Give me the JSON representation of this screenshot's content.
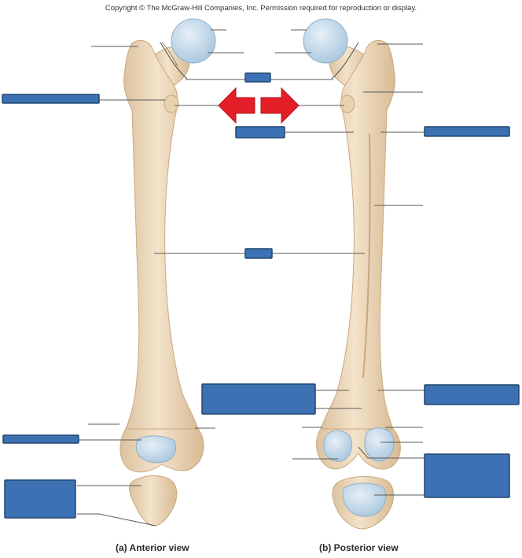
{
  "copyright": "Copyright © The McGraw-Hill Companies, Inc. Permission required for reproduction or display.",
  "views": {
    "anterior_caption": "(a) Anterior view",
    "posterior_caption": "(b) Posterior view"
  },
  "colors": {
    "bone": "#efdcc0",
    "bone_shadow": "#d9bd98",
    "cartilage": "#b9d3e6",
    "label_box_fill": "#3c72b3",
    "label_box_border": "#22466f",
    "arrow": "#e41e26",
    "leader_line": "#5a5a5a"
  },
  "icons": {
    "left_arrow": "red-left-arrow-icon",
    "right_arrow": "red-right-arrow-icon"
  }
}
